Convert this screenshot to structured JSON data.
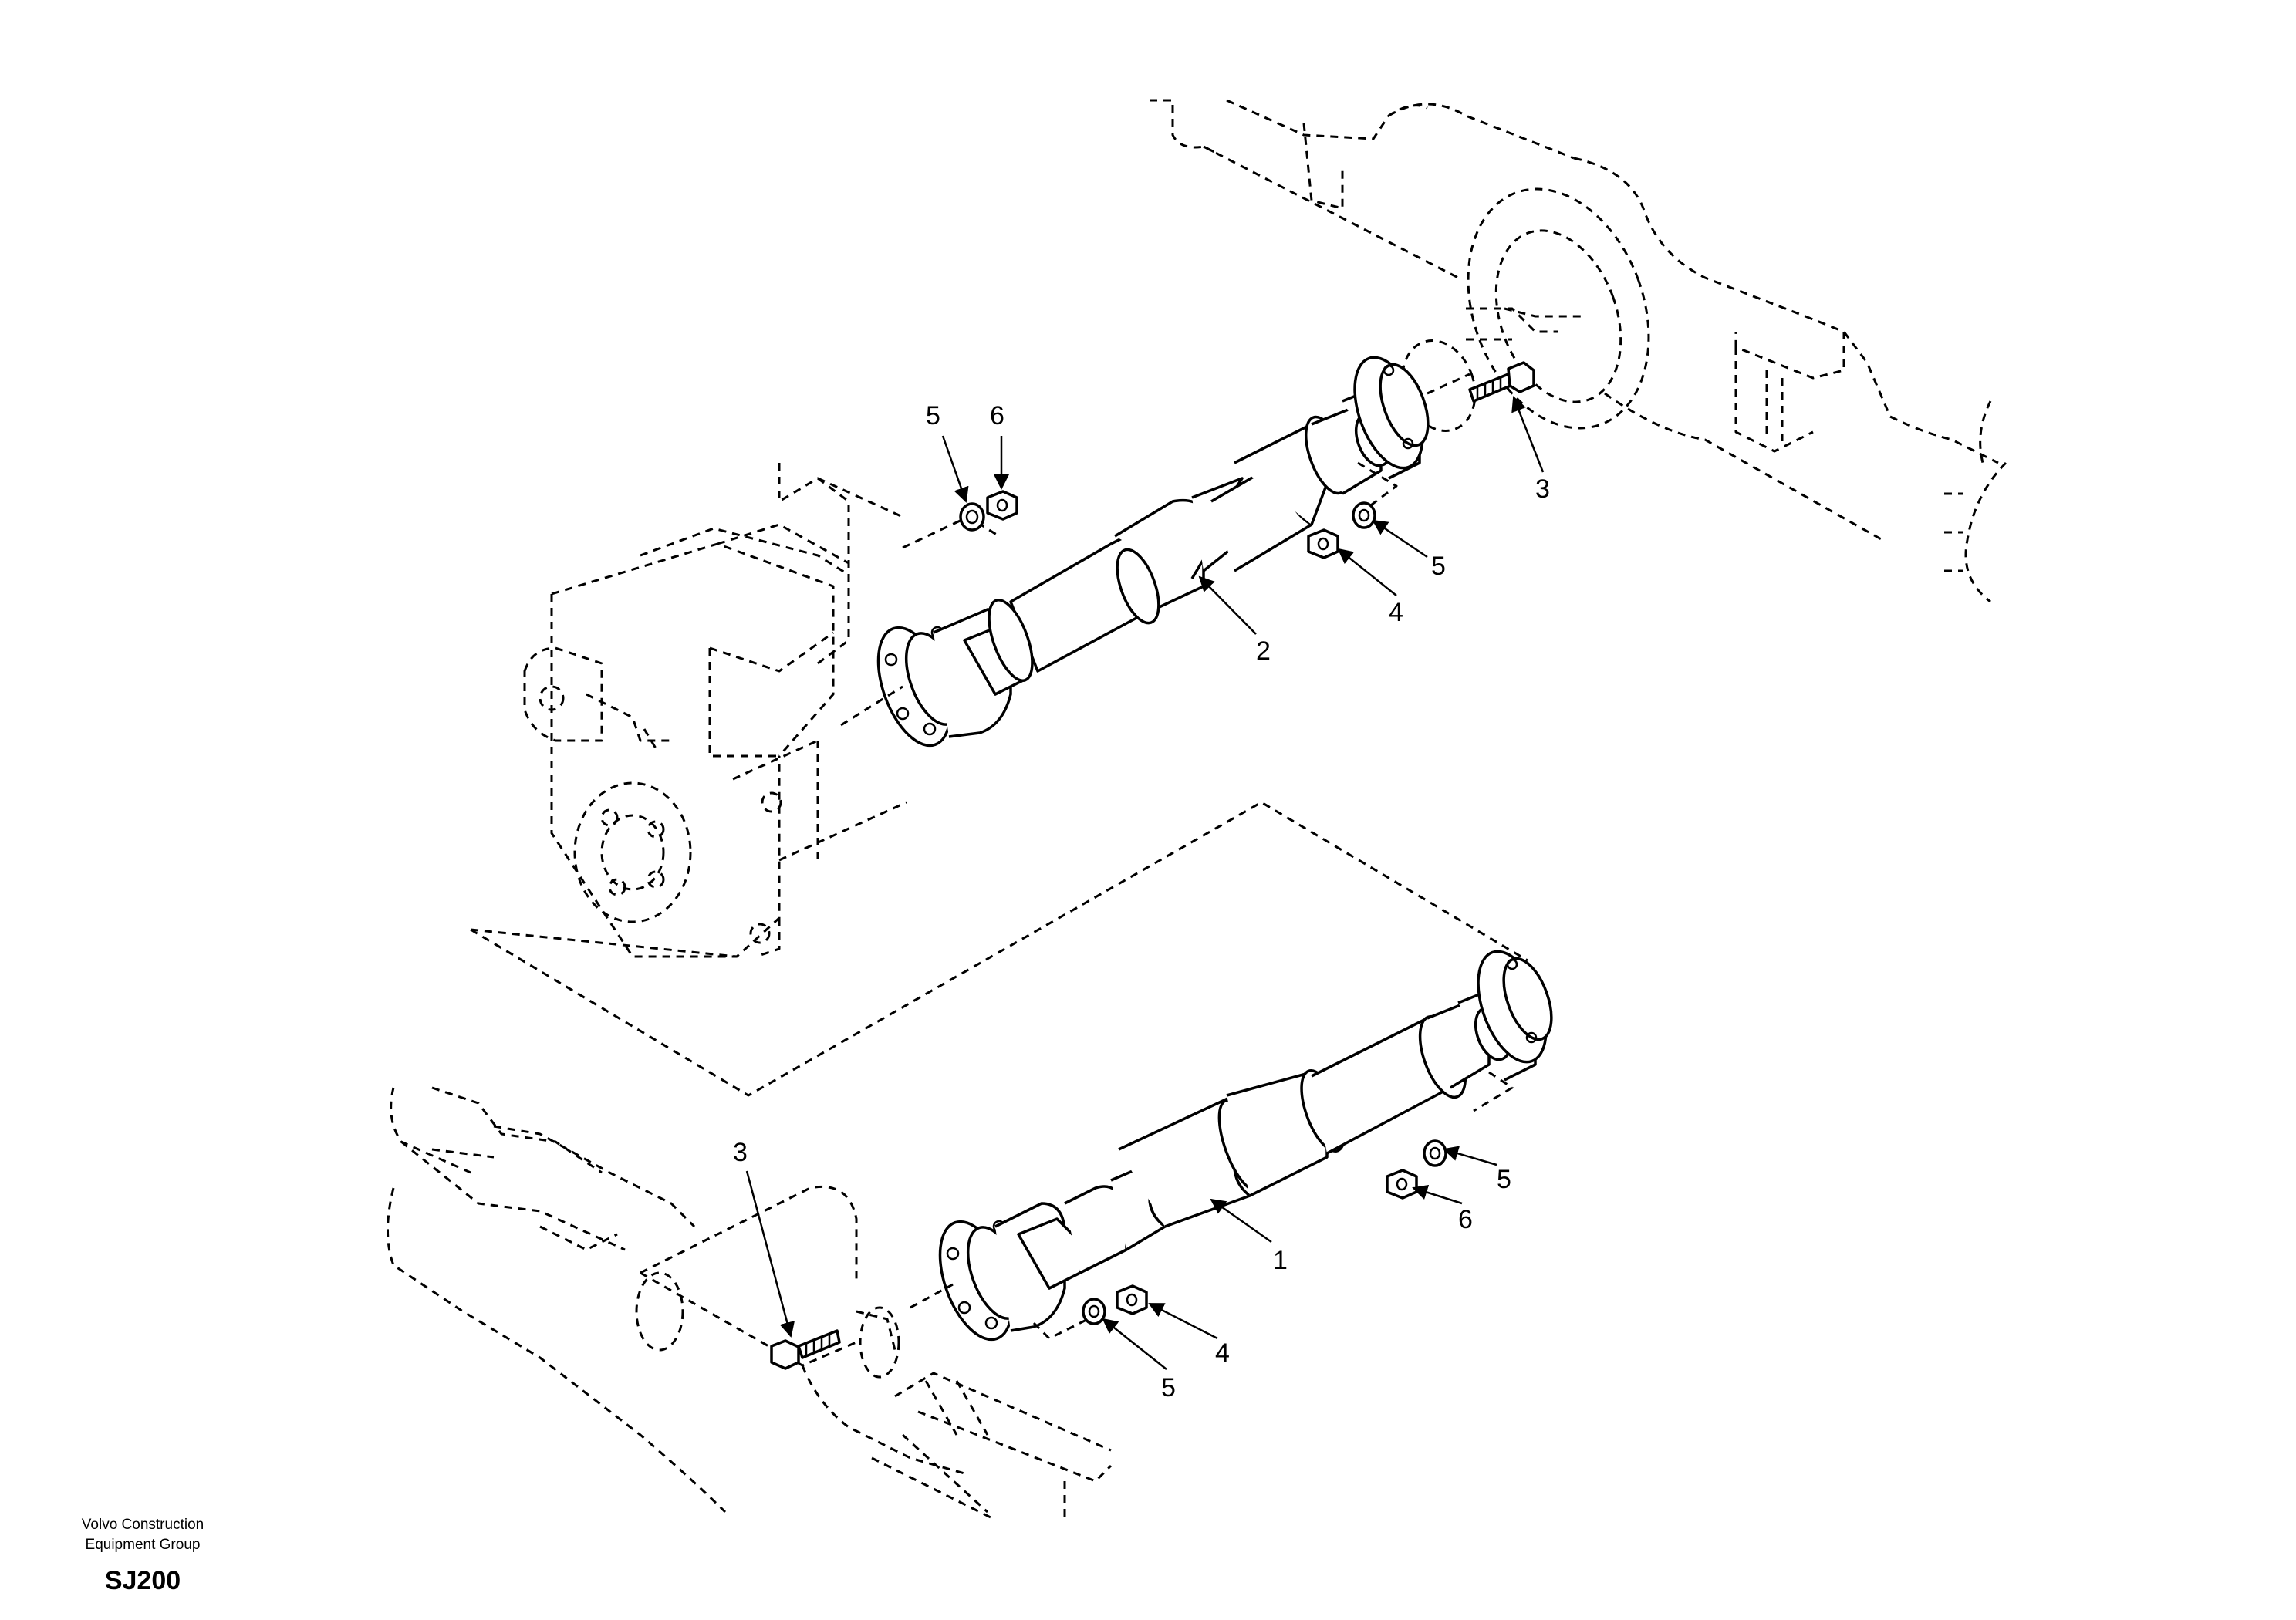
{
  "callouts": {
    "top_nut_5": "5",
    "top_nut_6": "6",
    "top_bolt_3": "3",
    "top_shaft_2": "2",
    "top_nut_4": "4",
    "top_washer_5": "5",
    "low_bolt_3": "3",
    "low_shaft_1": "1",
    "low_nut_4": "4",
    "low_washer_5": "5",
    "low_nut_6": "6",
    "low_washer_5b": "5"
  },
  "footer": {
    "company_line1": "Volvo Construction",
    "company_line2": "Equipment Group",
    "code": "SJ200"
  }
}
